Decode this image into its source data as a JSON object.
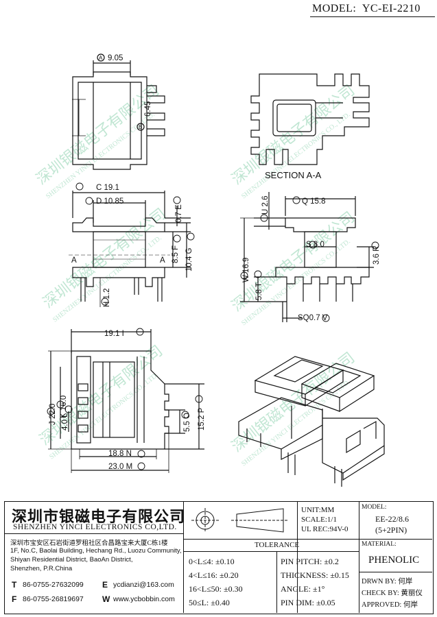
{
  "header": {
    "model_label": "MODEL:",
    "model_value": "YC-EI-2210"
  },
  "views": {
    "section_label": "SECTION A-A",
    "top_left": {
      "A_label": "A",
      "A_value": "9.05",
      "B_label": "B",
      "B_value": "6.45"
    },
    "front": {
      "C": "C 19.1",
      "D": "D 10.85",
      "E": "0.7 E",
      "F": "8.5 F",
      "G": "10.4 G",
      "H": "H 1.2",
      "cut_left": "A",
      "cut_right": "A"
    },
    "side": {
      "U": "U 2.6",
      "Q": "Q 15.8",
      "S": "S 8.0",
      "R": "3.6 R",
      "W": "W 16.9",
      "T": "5.8 T",
      "sq": "SQ0.7 V"
    },
    "bottom": {
      "I": "19.1 I",
      "J": "J 22.0",
      "K": "K 16.0",
      "L": "4.0 L",
      "O": "5.5 O",
      "P": "15.2 P",
      "N": "18.8 N",
      "M": "23.0 M"
    }
  },
  "watermark": {
    "cn": "深圳银磁电子有限公司",
    "en": "SHENZHEN YINCI ELECTRONICS CO., LTD."
  },
  "title_block": {
    "company_cn": "深圳市银磁电子有限公司",
    "company_en": "SHENZHEN YINCI ELECTRONICS CO,LTD.",
    "address_cn": "深圳市宝安区石岩街道罗租社区合昌路宝来大厦C栋1楼",
    "address_en_1": "1F, No.C, Baolai Building, Hechang Rd., Luozu Community,",
    "address_en_2": "Shiyan Residential District, BaoAn District,",
    "address_en_3": "Shenzhen, P.R.China",
    "tel_label": "T",
    "tel": "86-0755-27632099",
    "fax_label": "F",
    "fax": "86-0755-26819697",
    "email_label": "E",
    "email": "ycdianzi@163.com",
    "web_label": "W",
    "web": "www.ycbobbin.com",
    "unit": "UNIT:MM",
    "scale": "SCALE:1/1",
    "ul": "UL REC:94V-0",
    "tolerance_title": "TOLERANCE",
    "tol_rows": [
      "0<L≤4: ±0.10",
      "4<L≤16: ±0.20",
      "16<L≤50: ±0.30",
      "50≤L: ±0.40"
    ],
    "tol_rows2": [
      "PIN PITCH: ±0.2",
      "THICKNESS: ±0.15",
      "ANGLE: ±1°",
      "PIN DIM: ±0.05"
    ],
    "model_label": "MODEL:",
    "model_line1": "EE-22/8.6",
    "model_line2": "(5+2PIN)",
    "material_label": "MATERIAL:",
    "material": "PHENOLIC",
    "drwn": "DRWN BY: 何岸",
    "check": "CHECK BY: 黄丽仪",
    "approved": "APPROVED: 何岸"
  }
}
